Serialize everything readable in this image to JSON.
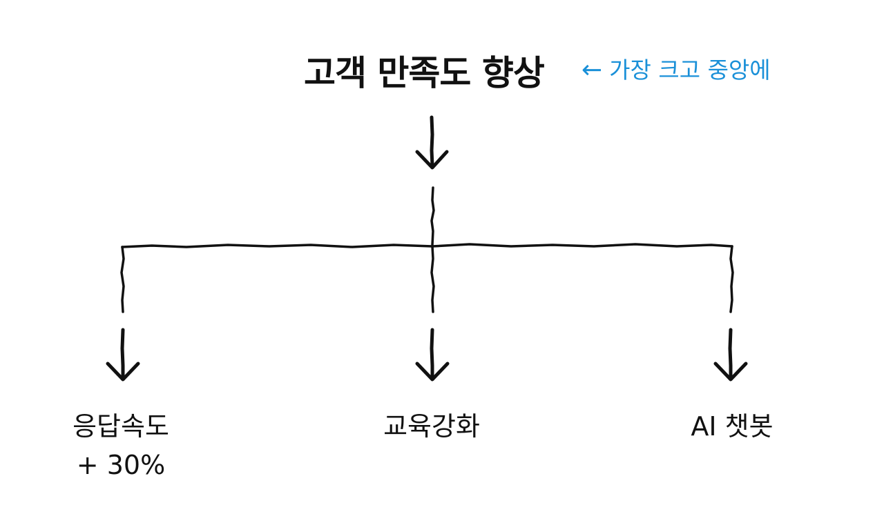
{
  "colors": {
    "ink": "#111111",
    "annotation": "#1a90d8",
    "background": "#ffffff"
  },
  "diagram": {
    "root": {
      "label": "고객 만족도 향상"
    },
    "annotation": {
      "arrow_glyph": "←",
      "text": "가장 크고 중앙에"
    },
    "children": [
      {
        "label": "응답속도",
        "sublabel": "+ 30%"
      },
      {
        "label": "교육강화"
      },
      {
        "label": "AI 챗봇"
      }
    ]
  }
}
